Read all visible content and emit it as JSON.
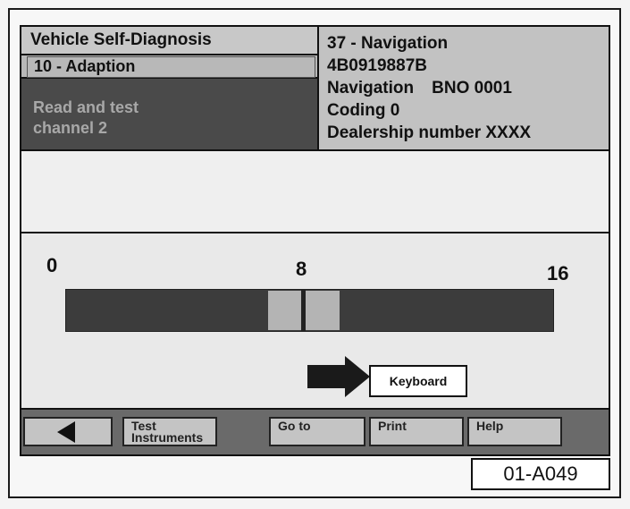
{
  "header": {
    "title": "Vehicle Self-Diagnosis",
    "function": "10 - Adaption",
    "status_line1": "Read and test",
    "status_line2": "channel  2"
  },
  "control_module": {
    "address": "37 - Navigation",
    "part_number": "4B0919887B",
    "component": "Navigation",
    "software": "BNO 0001",
    "coding": "Coding 0",
    "dealership": "Dealership number XXXX"
  },
  "scale": {
    "min_label": "0",
    "mid_label": "8",
    "max_label": "16",
    "min": 0,
    "max": 16,
    "value": 8
  },
  "keyboard_label": "Keyboard",
  "toolbar": {
    "test_line1": "Test",
    "test_line2": "Instruments",
    "goto": "Go to",
    "print": "Print",
    "help": "Help"
  },
  "figure_ref": "01-A049",
  "colors": {
    "bar": "#3c3c3c",
    "status_bg": "#4a4a4a",
    "toolbar_bg": "#6a6a6a"
  }
}
